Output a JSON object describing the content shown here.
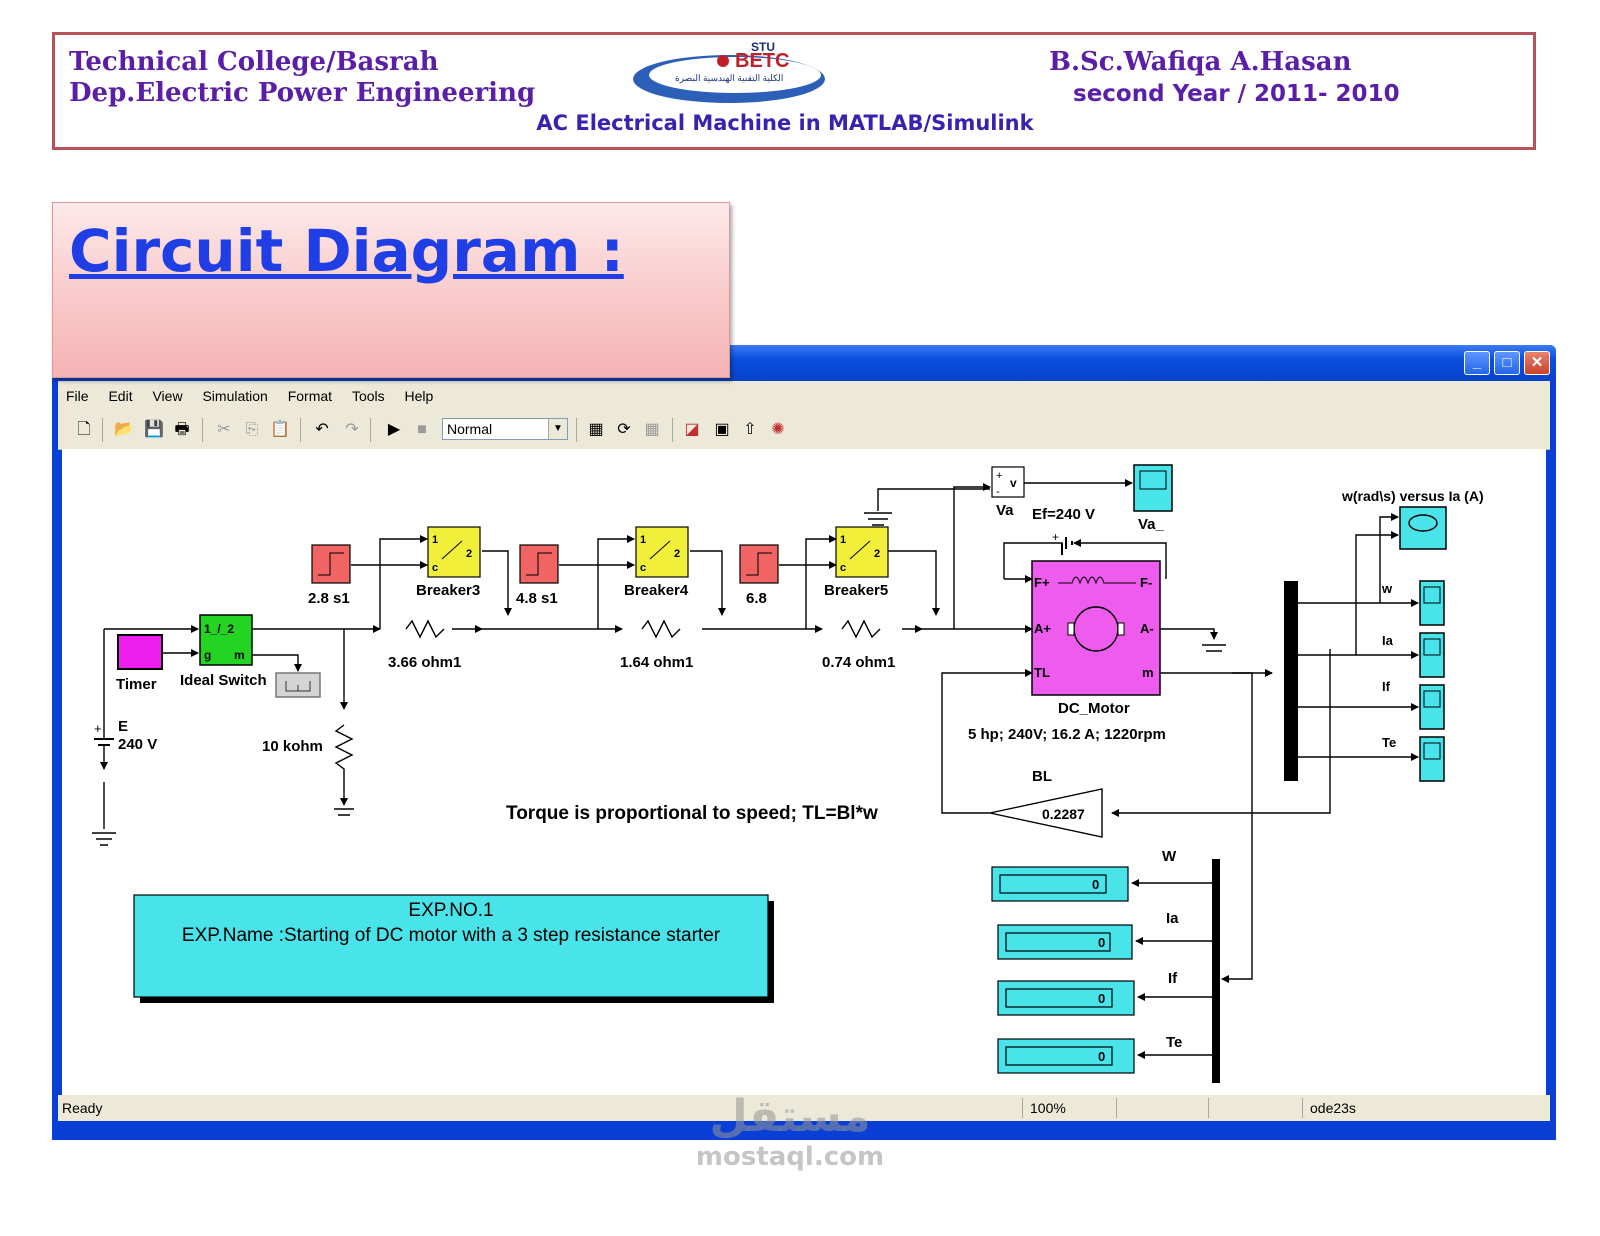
{
  "header": {
    "college": "Technical College/Basrah",
    "department": "Dep.Electric Power Engineering",
    "author": "B.Sc.Wafiqa A.Hasan",
    "year": "second Year / 2011- 2010",
    "subtitle": "AC Electrical Machine in MATLAB/Simulink",
    "logo_top": "STU",
    "logo_main": "BETC",
    "logo_arabic": "الكلية التقنية الهندسية البصرة"
  },
  "section_title": "Circuit Diagram :",
  "window": {
    "menu": [
      "File",
      "Edit",
      "View",
      "Simulation",
      "Format",
      "Tools",
      "Help"
    ],
    "sim_mode": "Normal",
    "status": {
      "left": "Ready",
      "zoom": "100%",
      "solver": "ode23s"
    }
  },
  "diagram": {
    "step_labels": [
      "2.8 s1",
      "4.8 s1",
      "6.8"
    ],
    "breakers": [
      "Breaker3",
      "Breaker4",
      "Breaker5"
    ],
    "resistors": [
      "3.66 ohm1",
      "1.64  ohm1",
      "0.74 ohm1"
    ],
    "timer": "Timer",
    "ideal_switch": "Ideal Switch",
    "source_name": "E",
    "source_value": "240 V",
    "shunt_resistor": "10 kohm",
    "va_label": "Va",
    "va_scope": "Va_",
    "ef_label": "Ef=240 V",
    "motor_name": "DC_Motor",
    "motor_rating": "5 hp; 240V; 16.2 A; 1220rpm",
    "motor_ports": {
      "fplus": "F+",
      "fminus": "F-",
      "aplus": "A+",
      "aminus": "A-",
      "tl": "TL",
      "m": "m"
    },
    "xy_scope_label": "w(rad\\s) versus Ia (A)",
    "scope_labels": [
      "w",
      "Ia",
      "If",
      "Te"
    ],
    "gain_label": "BL",
    "gain_value": "0.2287",
    "torque_note": "Torque is proportional to speed; TL=Bl*w",
    "display_labels": [
      "W",
      "Ia",
      "If",
      "Te"
    ],
    "display_value": "0",
    "exp_no": "EXP.NO.1",
    "exp_name": "EXP.Name :Starting of DC motor with a 3 step resistance starter"
  },
  "watermark": {
    "arabic": "مستقل",
    "latin": "mostaql.com"
  }
}
